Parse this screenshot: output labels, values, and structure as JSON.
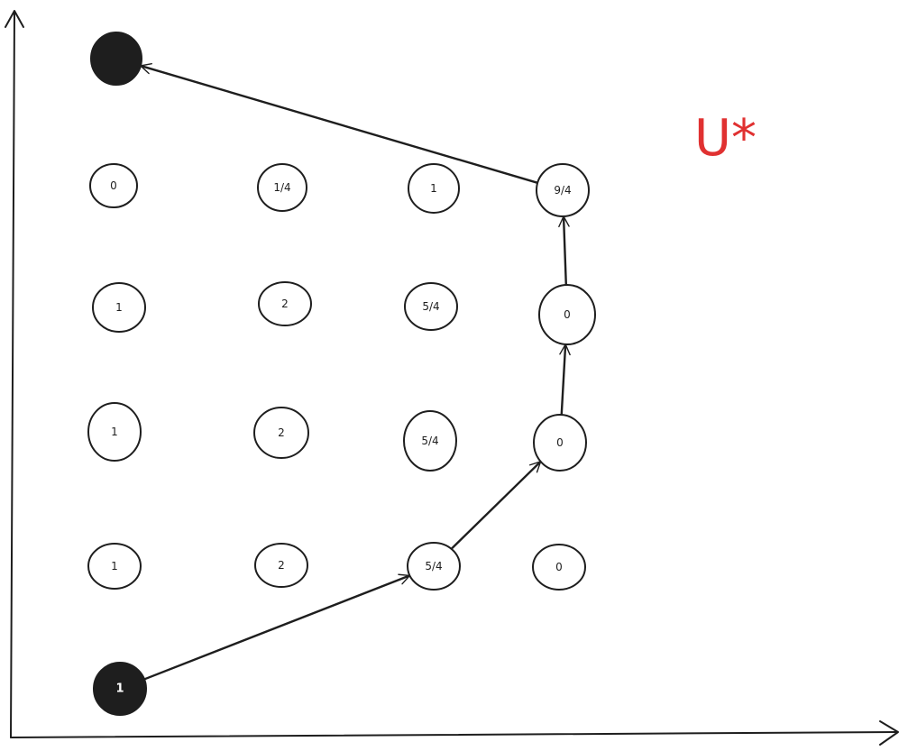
{
  "title": "U*",
  "title_color": "#e03131",
  "stroke_color": "#1e1e1e",
  "nodes": [
    {
      "id": "goal",
      "label": "",
      "filled": true
    },
    {
      "id": "r4c1",
      "label": "0",
      "filled": false
    },
    {
      "id": "r4c2",
      "label": "1/4",
      "filled": false
    },
    {
      "id": "r4c3",
      "label": "1",
      "filled": false
    },
    {
      "id": "r4c4",
      "label": "9/4",
      "filled": false
    },
    {
      "id": "r3c1",
      "label": "1",
      "filled": false
    },
    {
      "id": "r3c2",
      "label": "2",
      "filled": false
    },
    {
      "id": "r3c3",
      "label": "5/4",
      "filled": false
    },
    {
      "id": "r3c4",
      "label": "0",
      "filled": false
    },
    {
      "id": "r2c1",
      "label": "1",
      "filled": false
    },
    {
      "id": "r2c2",
      "label": "2",
      "filled": false
    },
    {
      "id": "r2c3",
      "label": "5/4",
      "filled": false
    },
    {
      "id": "r2c4",
      "label": "0",
      "filled": false
    },
    {
      "id": "r1c1",
      "label": "1",
      "filled": false
    },
    {
      "id": "r1c2",
      "label": "2",
      "filled": false
    },
    {
      "id": "r1c3",
      "label": "5/4",
      "filled": false
    },
    {
      "id": "r1c4",
      "label": "0",
      "filled": false
    },
    {
      "id": "start",
      "label": "1",
      "filled": true
    }
  ],
  "edges": [
    {
      "from": "start",
      "to": "r1c3"
    },
    {
      "from": "r1c3",
      "to": "r2c4"
    },
    {
      "from": "r2c4",
      "to": "r3c4"
    },
    {
      "from": "r3c4",
      "to": "r4c4"
    },
    {
      "from": "r4c4",
      "to": "goal"
    }
  ]
}
